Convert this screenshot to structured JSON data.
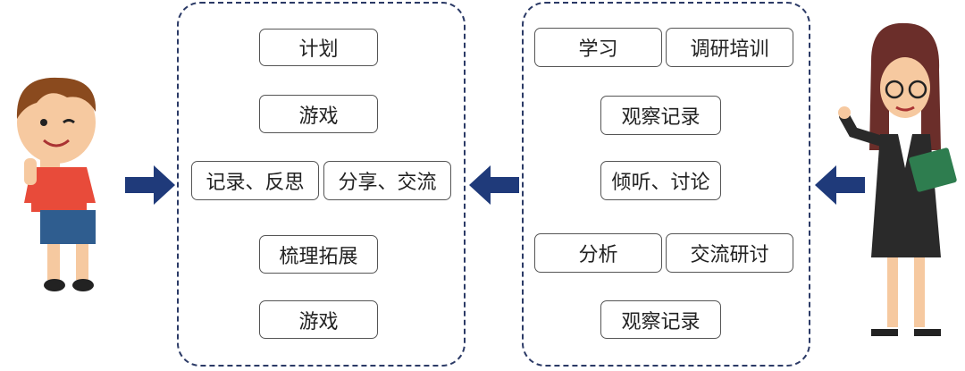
{
  "left_panel": {
    "items": [
      "计划",
      "游戏",
      "记录、反思",
      "分享、交流",
      "梳理拓展",
      "游戏"
    ]
  },
  "right_panel": {
    "items": [
      "学习",
      "调研培训",
      "观察记录",
      "倾听、讨论",
      "分析",
      "交流研讨",
      "观察记录"
    ]
  },
  "colors": {
    "arrow": "#1f3a7a",
    "border": "#2b3a66"
  }
}
